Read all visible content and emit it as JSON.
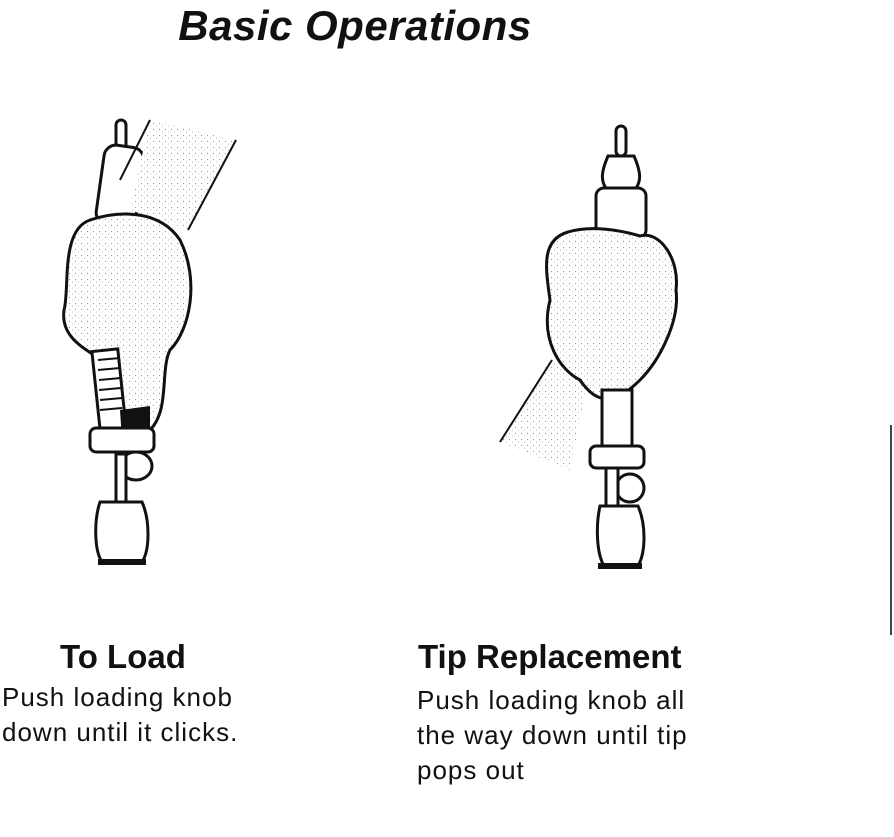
{
  "page": {
    "title": "Basic Operations"
  },
  "sections": [
    {
      "id": "load",
      "heading": "To Load",
      "lines": [
        "Push loading knob",
        "down until it clicks."
      ]
    },
    {
      "id": "tip",
      "heading": "Tip Replacement",
      "lines": [
        "Push loading knob all",
        "the way down until tip",
        "pops out"
      ]
    }
  ],
  "illustrations": {
    "load": "hand-pressing-loading-knob",
    "tip": "hand-gripping-tool-tip-out"
  }
}
